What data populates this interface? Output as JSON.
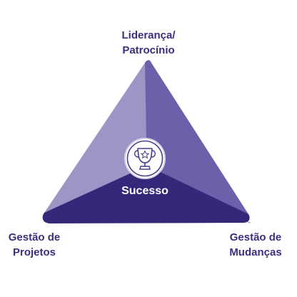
{
  "diagram": {
    "top_label": [
      "Liderança/",
      "Patrocínio"
    ],
    "left_label": [
      "Gestão de",
      "Projetos"
    ],
    "right_label": [
      "Gestão de",
      "Mudanças"
    ],
    "center_label": "Sucesso",
    "trademark": "™",
    "center_icon": "trophy-icon",
    "colors": {
      "left_face": "#9d95c6",
      "right_face": "#6c60aa",
      "bottom_face": "#35287a",
      "label_text": "#3b2f7e"
    }
  }
}
